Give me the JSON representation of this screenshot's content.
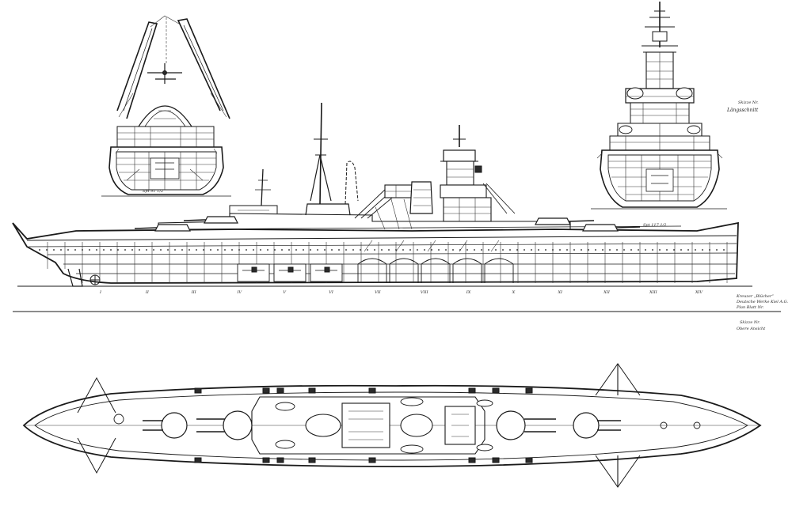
{
  "views": {
    "side": {
      "frame_numbers": [
        "I",
        "II",
        "III",
        "IV",
        "V",
        "VI",
        "VII",
        "VIII",
        "IX",
        "X",
        "XI",
        "XII",
        "XIII",
        "XIV"
      ]
    }
  },
  "labels": {
    "aft_section": "Spt 91 1/2",
    "fwd_section": "Spt 117 1/2",
    "longitudinal": "Längsschnitt",
    "sheet_top": "Skizze Nr.",
    "title_1": "Kreuzer „Blücher“",
    "title_2": "Deutsche Werke Kiel A.G.",
    "title_3": "Plan Blatt Nr.",
    "plan_view_1": "Skizze Nr.",
    "plan_view_2": "Obere Ansicht"
  }
}
